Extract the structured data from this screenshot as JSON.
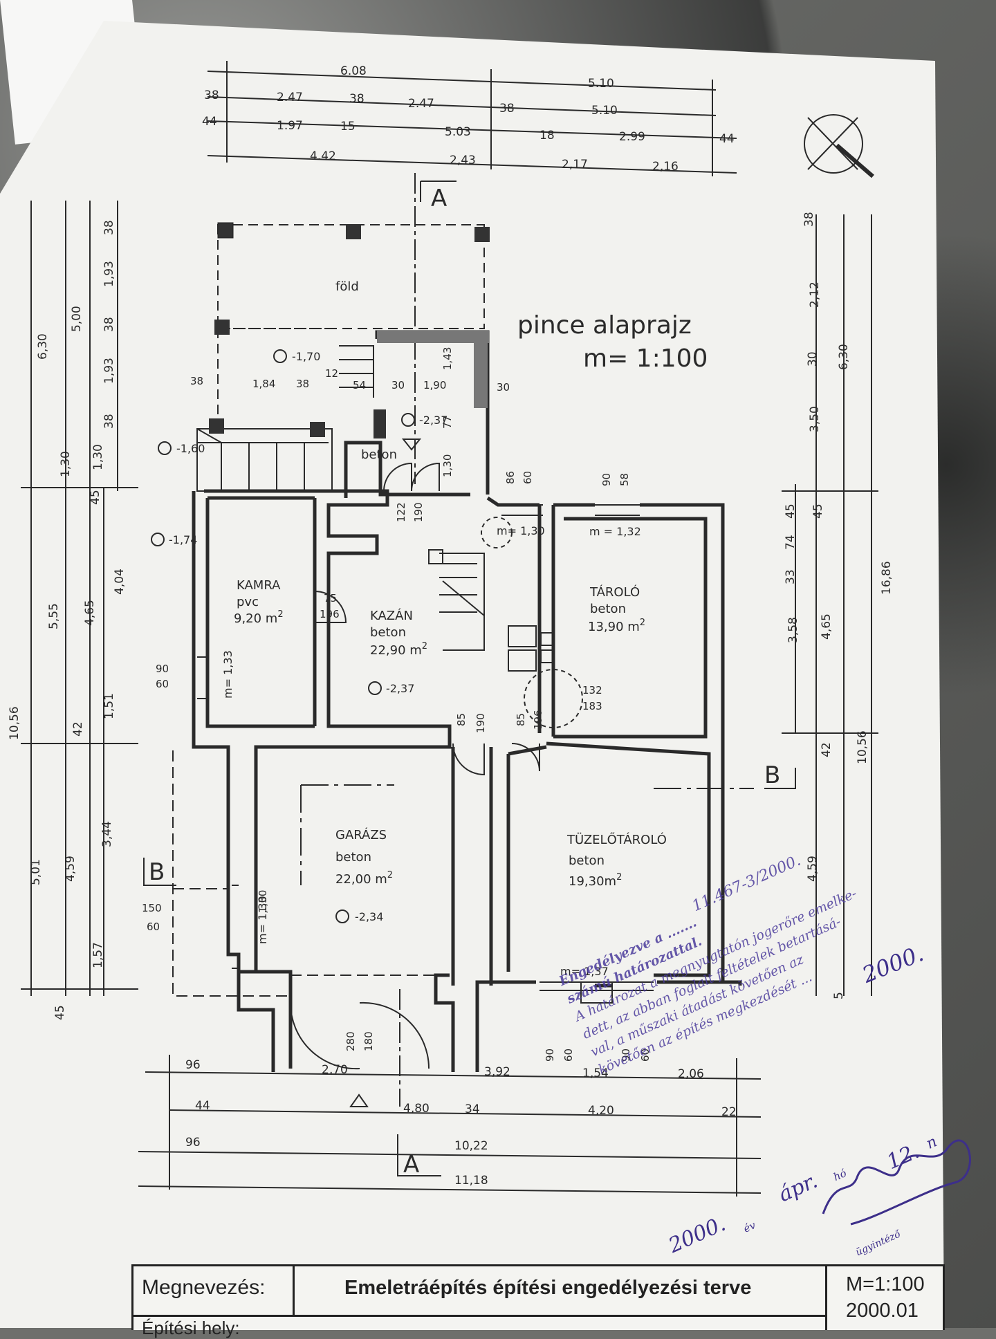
{
  "plan": {
    "title": "pince alaprajz",
    "scale": "m= 1:100"
  },
  "section_marks": {
    "a": "A",
    "b": "B"
  },
  "rooms": [
    {
      "name": "föld",
      "material": "",
      "area": ""
    },
    {
      "name": "KAMRA",
      "material": "pvc",
      "area": "9,20 m",
      "area_sup": "2"
    },
    {
      "name": "KAZÁN",
      "material": "beton",
      "area": "22,90 m",
      "area_sup": "2"
    },
    {
      "name": "TÁROLÓ",
      "material": "beton",
      "area": "13,90 m",
      "area_sup": "2"
    },
    {
      "name": "GARÁZS",
      "material": "beton",
      "area": "22,00 m",
      "area_sup": "2"
    },
    {
      "name": "TÜZELŐTÁROLÓ",
      "material": "beton",
      "area": "19,30m",
      "area_sup": "2"
    },
    {
      "name": "",
      "material": "beton",
      "area": ""
    }
  ],
  "levels": [
    "-1,70",
    "-2,37",
    "-1,60",
    "-1,74",
    "-2,37",
    "-2,34"
  ],
  "window_marks": [
    "m= 1,30",
    "m = 1,32",
    "m= 1,33",
    "m= 1,30",
    "m= 1,37"
  ],
  "dims_top": {
    "row1": [
      "6.08",
      "5.10"
    ],
    "row2": [
      "38",
      "2.47",
      "38",
      "2.47",
      "38",
      "5.10"
    ],
    "row3": [
      "44",
      "1.97",
      "15",
      "5.03",
      "18",
      "2.99",
      "44"
    ],
    "row4": [
      "4.42",
      "2,43",
      "2,17",
      "2,16"
    ]
  },
  "dims_left": [
    "6,30",
    "5,00",
    "38",
    "1,93",
    "38",
    "1,93",
    "38",
    "1,30",
    "1,30",
    "45",
    "5,55",
    "4,65",
    "4,04",
    "42",
    "1,51",
    "10,56",
    "5,01",
    "4,59",
    "3,44",
    "45",
    "1,57"
  ],
  "dims_right": [
    "38",
    "2,12",
    "30",
    "6,30",
    "3,50",
    "45",
    "45",
    "74",
    "33",
    "3,58",
    "4,65",
    "16,86",
    "42",
    "10,56",
    "4,59",
    "5"
  ],
  "dims_bottom": {
    "row1": [
      "96",
      "2,70",
      "3,92",
      "1,54",
      "2,06"
    ],
    "row2": [
      "44",
      "4,80",
      "34",
      "4,20",
      "22"
    ],
    "row3": [
      "96",
      "10,22"
    ],
    "row4": [
      "11,18"
    ]
  },
  "inner_dims": [
    "38",
    "1,84",
    "38",
    "12",
    "54",
    "30",
    "1,90",
    "30",
    "1,43",
    "77",
    "1,30",
    "86",
    "60",
    "90",
    "58",
    "122",
    "190",
    "75",
    "196",
    "90",
    "60",
    "85",
    "190",
    "85",
    "196",
    "132",
    "183",
    "150",
    "60",
    "1,30",
    "280",
    "180",
    "90",
    "60",
    "90",
    "60"
  ],
  "stamp": {
    "line1": "Engedélyezve a .......",
    "number": "11.467-3/2000.",
    "line2": "számú határozattal.",
    "line3": "A határozat a megnyugtatón jogerőre emelke-",
    "line4": "dett, az abban foglalt feltételek betartásá-",
    "line5": "val, a műszaki átadást követően az",
    "line6": "követően az építés megkezdését ...",
    "year": "2000.",
    "ev": "év",
    "month": "ápr.",
    "ho": "hó",
    "day": "12.",
    "n": "n",
    "role": "ügyintéző"
  },
  "title_block": {
    "label": "Megnevezés:",
    "title": "Emeletráépítés építési engedélyezési terve",
    "scale": "M=1:100",
    "date": "2000.01",
    "row2": "Építési hely:"
  },
  "colors": {
    "ink": "#2a2a2a",
    "paper": "#f2f2ef",
    "stamp": "#4c3c9c"
  }
}
